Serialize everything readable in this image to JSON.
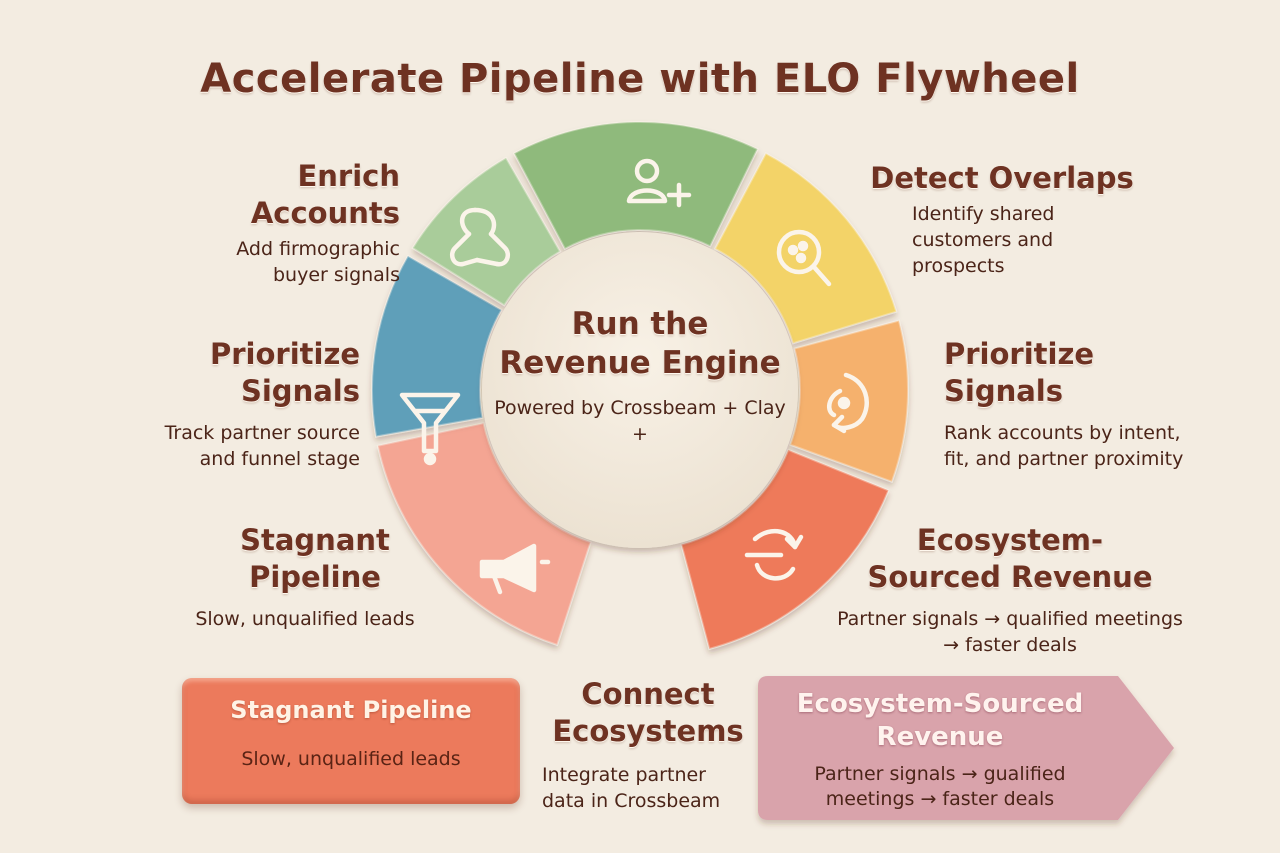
{
  "title": "Accelerate Pipeline with ELO Flywheel",
  "center": {
    "title": "Run the Revenue Engine",
    "subtitle": "Powered by Crossbeam + Clay +"
  },
  "steps": [
    {
      "title": "Enrich Accounts",
      "desc": "Add firmographic buyer signals"
    },
    {
      "title": "Detect Overlaps",
      "desc": "Identify shared customers and prospects"
    },
    {
      "title": "Prioritize Signals",
      "desc": "Track partner source and funnel stage"
    },
    {
      "title": "Prioritize Signals",
      "desc": "Rank accounts by intent, fit, and partner proximity"
    },
    {
      "title": "Stagnant Pipeline",
      "desc": "Slow, unqualified leads"
    },
    {
      "title": "Ecosystem-Sourced Revenue",
      "desc": "Partner signals → qualified meetings → faster deals"
    },
    {
      "title": "Connect Ecosystems",
      "desc": "Integrate partner data in Crossbeam"
    }
  ],
  "boxes": {
    "left": {
      "title": "Stagnant Pipeline",
      "desc": "Slow, unqualified leads"
    },
    "right": {
      "title": "Ecosystem-Sourced Revenue",
      "desc": "Partner signals → gualified meetings → faster deals"
    }
  },
  "segments": [
    {
      "name": "green",
      "color": "#8fba7c",
      "icon": "add-user-icon"
    },
    {
      "name": "yellow",
      "color": "#f3d368",
      "icon": "magnifier-icon"
    },
    {
      "name": "orange",
      "color": "#f5b16d",
      "icon": "refresh-icon"
    },
    {
      "name": "coral",
      "color": "#ee7a5a",
      "icon": "cycle-arrow-icon"
    },
    {
      "name": "pink",
      "color": "#f4a593",
      "icon": "megaphone-icon"
    },
    {
      "name": "blue",
      "color": "#5f9fb9",
      "icon": "funnel-icon"
    },
    {
      "name": "light-green",
      "color": "#a9cc9a",
      "icon": "network-icon"
    }
  ],
  "colors": {
    "background": "#f3ece1",
    "text": "#6e3222",
    "box_left": "#ec7a5c",
    "box_right": "#d9a3ab"
  }
}
